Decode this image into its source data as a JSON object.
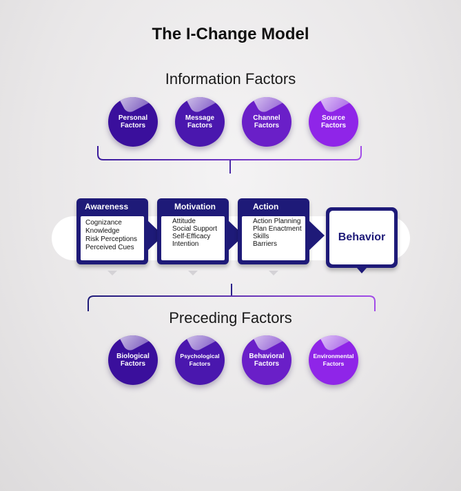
{
  "title": "The I-Change Model",
  "information": {
    "heading": "Information Factors",
    "factors": [
      {
        "label": "Personal\nFactors",
        "color": "#3a0f9c"
      },
      {
        "label": "Message\nFactors",
        "color": "#4a17ae"
      },
      {
        "label": "Channel\nFactors",
        "color": "#6a1fc8"
      },
      {
        "label": "Source\nFactors",
        "color": "#8f25e8"
      }
    ]
  },
  "stages": [
    {
      "heading": "Awareness",
      "items": [
        "Cognizance",
        "Knowledge",
        "Risk Perceptions",
        "Perceived Cues"
      ]
    },
    {
      "heading": "Motivation",
      "items": [
        "Attitude",
        "Social Support",
        "Self-Efficacy",
        "Intention"
      ]
    },
    {
      "heading": "Action",
      "items": [
        "Action Planning",
        "Plan Enactment",
        "Skills",
        "Barriers"
      ]
    }
  ],
  "behavior": "Behavior",
  "preceding": {
    "heading": "Preceding Factors",
    "factors": [
      {
        "label": "Biological\nFactors",
        "color": "#3a0f9c"
      },
      {
        "label": "Psychological\nFactors",
        "color": "#4a17ae"
      },
      {
        "label": "Behavioral\nFactors",
        "color": "#6a1fc8"
      },
      {
        "label": "Environmental\nFactors",
        "color": "#8f25e8"
      }
    ]
  },
  "colors": {
    "stage": "#1e1a78",
    "bracket_start": "#1e1a78",
    "bracket_end": "#a24ce8"
  }
}
